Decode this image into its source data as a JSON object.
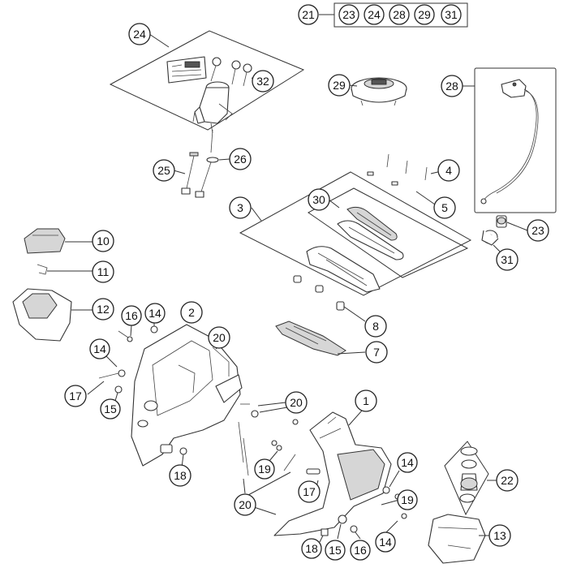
{
  "kit": {
    "parent": "21",
    "items": [
      "23",
      "24",
      "28",
      "29",
      "31"
    ]
  },
  "callouts": [
    {
      "id": "c1",
      "label": "1"
    },
    {
      "id": "c2",
      "label": "2"
    },
    {
      "id": "c3",
      "label": "3"
    },
    {
      "id": "c4",
      "label": "4"
    },
    {
      "id": "c5",
      "label": "5"
    },
    {
      "id": "c7",
      "label": "7"
    },
    {
      "id": "c8",
      "label": "8"
    },
    {
      "id": "c10",
      "label": "10"
    },
    {
      "id": "c11",
      "label": "11"
    },
    {
      "id": "c12",
      "label": "12"
    },
    {
      "id": "c13",
      "label": "13"
    },
    {
      "id": "c14a",
      "label": "14"
    },
    {
      "id": "c14b",
      "label": "14"
    },
    {
      "id": "c14c",
      "label": "14"
    },
    {
      "id": "c14d",
      "label": "14"
    },
    {
      "id": "c15a",
      "label": "15"
    },
    {
      "id": "c15b",
      "label": "15"
    },
    {
      "id": "c16a",
      "label": "16"
    },
    {
      "id": "c16b",
      "label": "16"
    },
    {
      "id": "c17a",
      "label": "17"
    },
    {
      "id": "c17b",
      "label": "17"
    },
    {
      "id": "c18a",
      "label": "18"
    },
    {
      "id": "c18b",
      "label": "18"
    },
    {
      "id": "c19a",
      "label": "19"
    },
    {
      "id": "c19b",
      "label": "19"
    },
    {
      "id": "c20a",
      "label": "20"
    },
    {
      "id": "c20b",
      "label": "20"
    },
    {
      "id": "c20c",
      "label": "20"
    },
    {
      "id": "c22",
      "label": "22"
    },
    {
      "id": "c23",
      "label": "23"
    },
    {
      "id": "c24",
      "label": "24"
    },
    {
      "id": "c25",
      "label": "25"
    },
    {
      "id": "c26",
      "label": "26"
    },
    {
      "id": "c28",
      "label": "28"
    },
    {
      "id": "c29",
      "label": "29"
    },
    {
      "id": "c30",
      "label": "30"
    },
    {
      "id": "c31",
      "label": "31"
    },
    {
      "id": "c32",
      "label": "32"
    }
  ]
}
